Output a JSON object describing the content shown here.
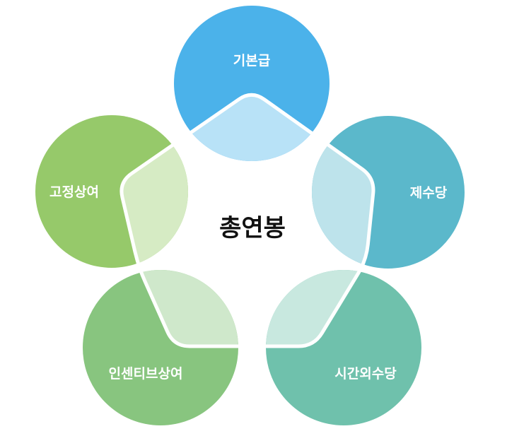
{
  "diagram": {
    "center_label": "총연봉",
    "nodes": [
      {
        "id": "basic-pay",
        "label": "기본급",
        "color": "#4bb2ea",
        "tint": "#b8e2f7"
      },
      {
        "id": "allowances",
        "label": "제수당",
        "color": "#5bb8cb",
        "tint": "#bde3eb"
      },
      {
        "id": "overtime-pay",
        "label": "시간외수당",
        "color": "#6fc1ac",
        "tint": "#c8e8df"
      },
      {
        "id": "incentive-bonus",
        "label": "인센티브상여",
        "color": "#88c57f",
        "tint": "#cfe8cb"
      },
      {
        "id": "fixed-bonus",
        "label": "고정상여",
        "color": "#96c96a",
        "tint": "#d6ebc4"
      }
    ]
  }
}
